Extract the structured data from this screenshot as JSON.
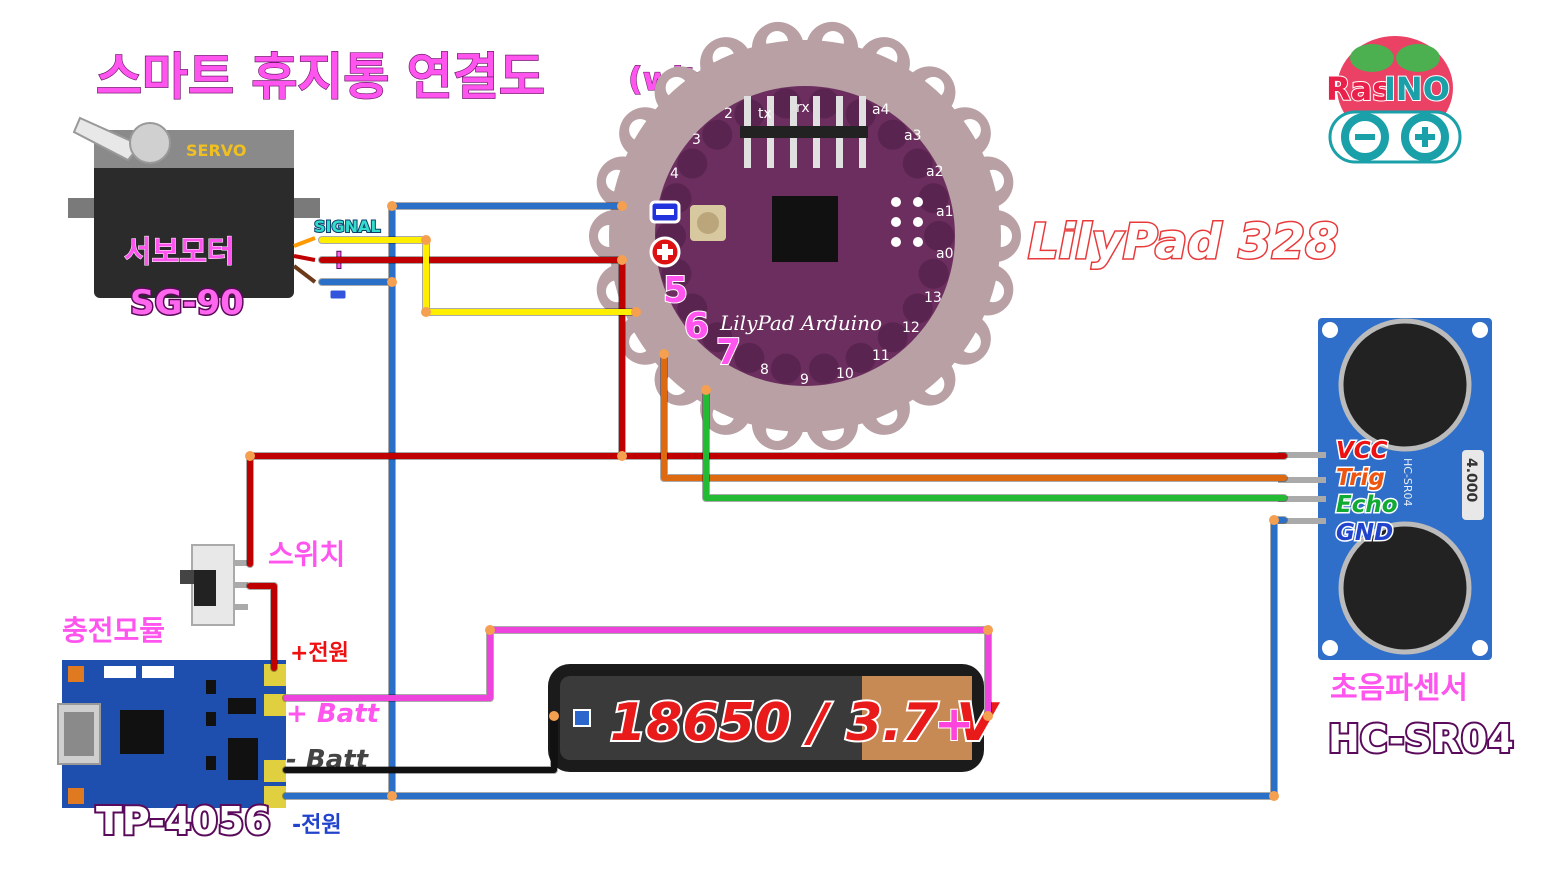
{
  "title": {
    "main": "스마트 휴지통 연결도",
    "sub": "(with 릴리패드)"
  },
  "logo": {
    "text_a": "Ras",
    "text_b": "INO"
  },
  "servo": {
    "body_label": "SERVO",
    "name": "서보모터",
    "model": "SG-90",
    "pin_signal": "SIGNAL",
    "pin_plus": "+",
    "pin_minus": "-"
  },
  "lilypad": {
    "name": "LilyPad 328",
    "script": "LilyPad Arduino",
    "pad_minus": "-",
    "pad_plus": "+",
    "pin_5": "5",
    "pin_6": "6",
    "pin_7": "7",
    "labels": {
      "p2": "2",
      "p3": "3",
      "p4": "4",
      "tx": "tx",
      "rx": "rx",
      "a4": "a4",
      "a3": "a3",
      "a2": "a2",
      "a1": "a1",
      "a0": "a0",
      "p13": "13",
      "p12": "12",
      "p11": "11",
      "p10": "10",
      "p9": "9",
      "p8": "8"
    }
  },
  "sensor": {
    "name": "초음파센서",
    "model": "HC-SR04",
    "side_a": "HC-SR04",
    "side_b": "4.000",
    "pins": [
      "VCC",
      "Trig",
      "Echo",
      "GND"
    ]
  },
  "switch": {
    "name": "스위치"
  },
  "charger": {
    "name": "충전모듈",
    "model": "TP-4056",
    "plus_power": "+전원",
    "plus_batt": "+ Batt",
    "minus_batt": "- Batt",
    "minus_power": "-전원"
  },
  "battery": {
    "label": "18650 / 3.7 V",
    "plus": "+"
  },
  "colors": {
    "red": "#c00000",
    "blue": "#2a70c8",
    "yellow": "#ffee00",
    "orange": "#dd6a10",
    "green": "#22bb33",
    "magenta": "#ee44dd",
    "black": "#111111",
    "lilypad": "#6b2e5e",
    "lilypad_edge": "#b89aa0",
    "sensor_blue": "#2f6fc9"
  }
}
